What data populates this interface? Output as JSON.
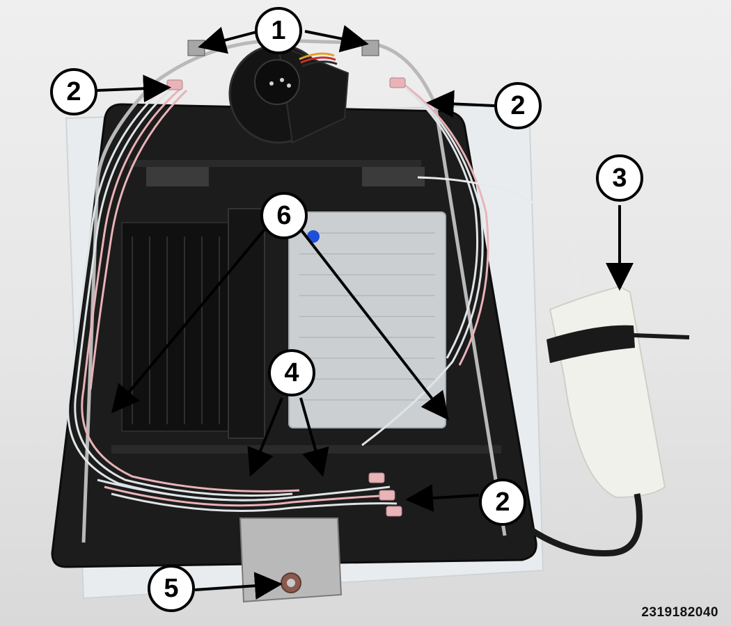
{
  "figure": {
    "id_label": "2319182040"
  },
  "callouts": [
    {
      "label": "1"
    },
    {
      "label": "2"
    },
    {
      "label": "2"
    },
    {
      "label": "3"
    },
    {
      "label": "6"
    },
    {
      "label": "4"
    },
    {
      "label": "2"
    },
    {
      "label": "5"
    }
  ],
  "colors": {
    "frame": "#1c1c1c",
    "tube_clear": "#dfe4e6",
    "tube_pink": "#e9b3b8",
    "bladder": "#d5d9dc",
    "heater_pad": "#f1f1ec",
    "metal": "#b9b9b9",
    "callout_fill": "#ffffff",
    "callout_stroke": "#000000"
  }
}
